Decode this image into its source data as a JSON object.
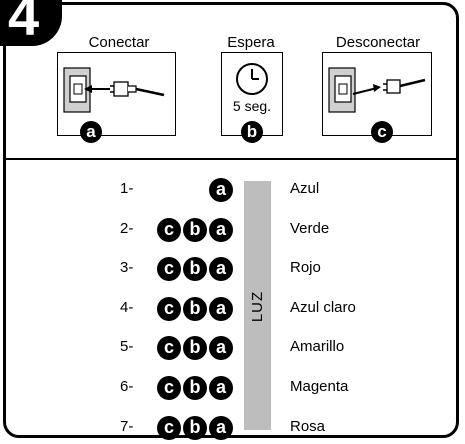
{
  "step": {
    "number": "4"
  },
  "panels": [
    {
      "title": "Conectar",
      "letter": "a",
      "icon": "plug-connect-icon"
    },
    {
      "title": "Espera",
      "letter": "b",
      "icon": "clock-icon",
      "caption": "5 seg."
    },
    {
      "title": "Desconectar",
      "letter": "c",
      "icon": "plug-disconnect-icon"
    }
  ],
  "light_label": "LUZ",
  "rows": [
    {
      "number": "1-",
      "sequence": [
        "a"
      ],
      "color": "Azul"
    },
    {
      "number": "2-",
      "sequence": [
        "c",
        "b",
        "a"
      ],
      "color": "Verde"
    },
    {
      "number": "3-",
      "sequence": [
        "c",
        "b",
        "a"
      ],
      "color": "Rojo"
    },
    {
      "number": "4-",
      "sequence": [
        "c",
        "b",
        "a"
      ],
      "color": "Azul claro"
    },
    {
      "number": "5-",
      "sequence": [
        "c",
        "b",
        "a"
      ],
      "color": "Amarillo"
    },
    {
      "number": "6-",
      "sequence": [
        "c",
        "b",
        "a"
      ],
      "color": "Magenta"
    },
    {
      "number": "7-",
      "sequence": [
        "c",
        "b",
        "a"
      ],
      "color": "Rosa"
    }
  ],
  "colors": {
    "light_bar": "#bdbdbd",
    "ink": "#000000"
  }
}
